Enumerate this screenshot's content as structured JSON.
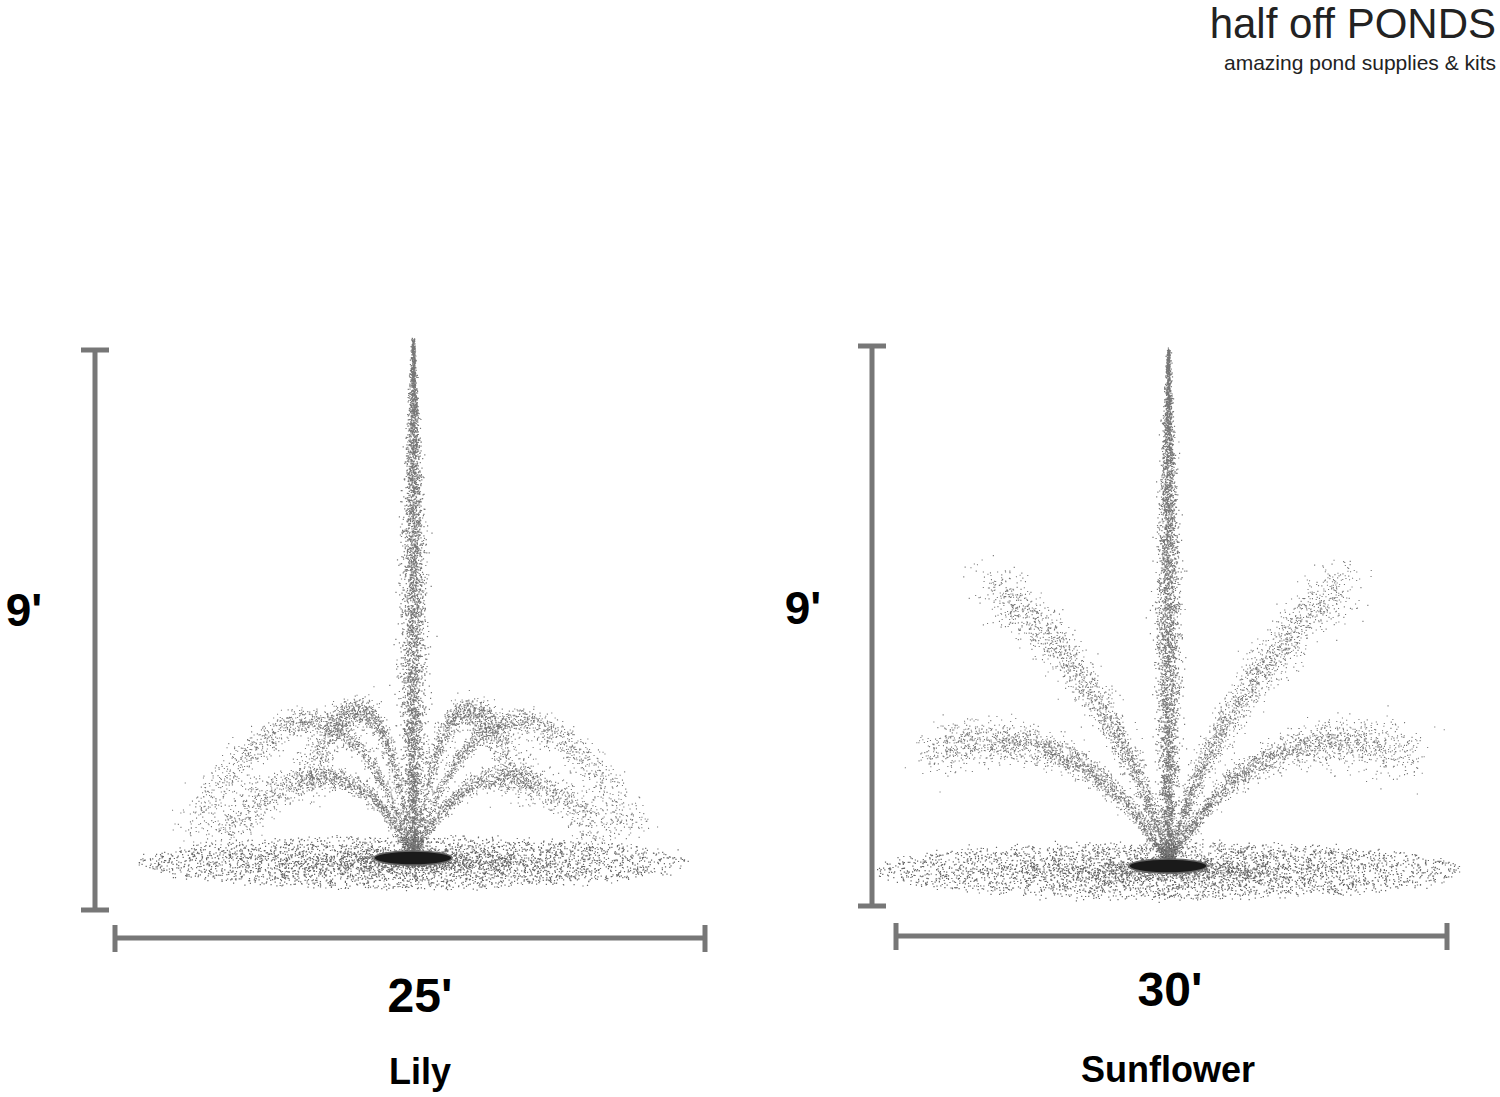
{
  "diagram": {
    "labels": [
      "half off PONDS",
      "amazing pond supplies & kits",
      "9'",
      "25'",
      "Lily",
      "9'",
      "30'",
      "Sunflower"
    ]
  }
}
